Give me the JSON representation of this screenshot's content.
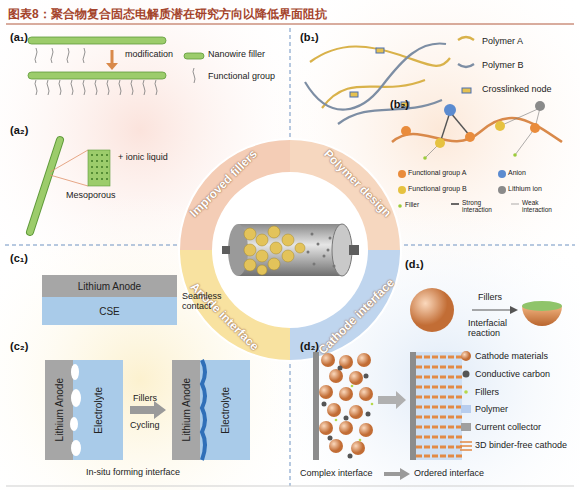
{
  "diagram": {
    "title": "图表8：聚合物复合固态电解质潜在研究方向以降低界面阻抗",
    "nodes": [
      {
        "text": [
          "Lithium Anode"
        ]
      },
      {
        "text": [
          "CSE"
        ]
      },
      {
        "text": [
          "Lithium Anode"
        ]
      },
      {
        "text": [
          "Electrolyte"
        ]
      },
      {
        "text": [
          "Lithium Anode"
        ]
      },
      {
        "text": [
          "Electrolyte"
        ]
      }
    ],
    "labels": [
      "(a₁)",
      "modification",
      "Nanowire filler",
      "Functional group",
      "(a₂)",
      "+ ionic liquid",
      "Mesoporous",
      "(b₁)",
      "Polymer A",
      "Polymer B",
      "Crosslinked node",
      "(b₂)",
      "Functional group A",
      "Anion",
      "Functional group B",
      "Lithium ion",
      "Filler",
      "Strong interaction",
      "Weak interaction",
      "Improved fillers",
      "Polymer design",
      "Anode interface",
      "Cathode interface",
      "(c₁)",
      "Seamless contact",
      "(c₂)",
      "Fillers",
      "Cycling",
      "In-situ forming interface",
      "(d₁)",
      "Fillers",
      "Interfacial reaction",
      "(d₂)",
      "Cathode materials",
      "Conductive carbon",
      "Fillers",
      "Polymer",
      "Current collector",
      "3D binder-free cathode",
      "Complex interface",
      "Ordered interface"
    ]
  }
}
